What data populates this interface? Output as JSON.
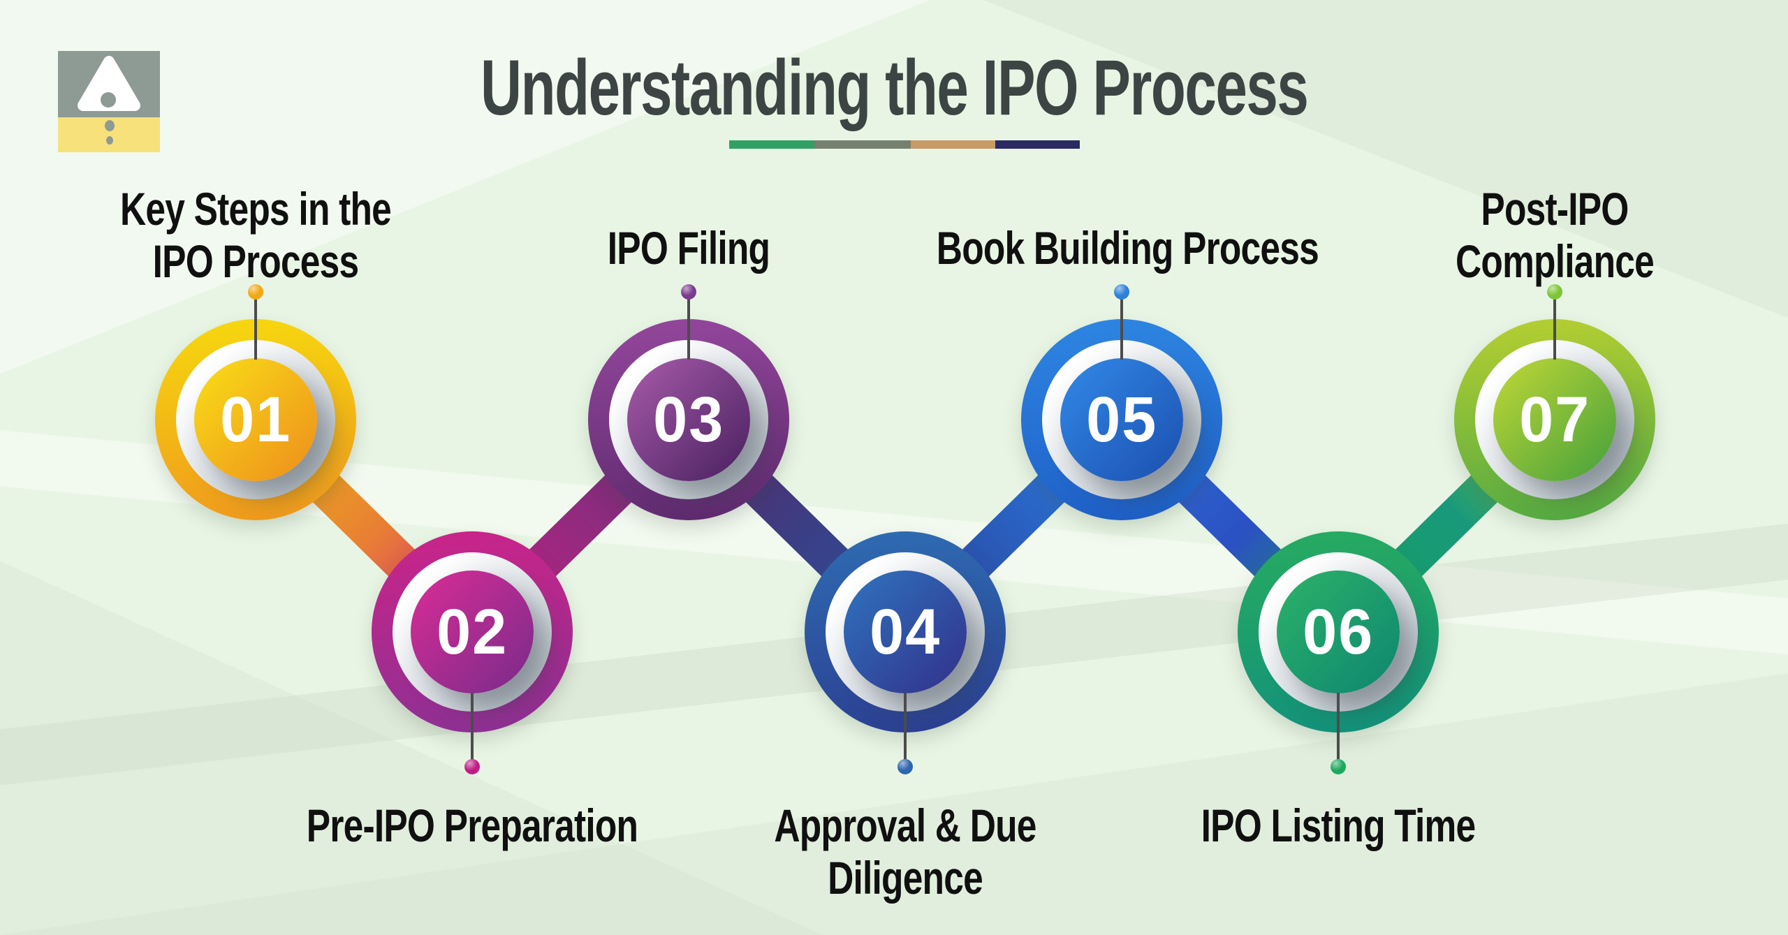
{
  "canvas": {
    "background": "#e8f5e4"
  },
  "header": {
    "title": "Understanding the IPO Process",
    "title_color": "#3c4543",
    "underline_segments": [
      {
        "color": "#31a065",
        "width": 122
      },
      {
        "color": "#75806f",
        "width": 138
      },
      {
        "color": "#c79a67",
        "width": 121
      },
      {
        "color": "#2b2a63",
        "width": 121
      }
    ]
  },
  "logo": {
    "description": "gray square with white rounded triangle over yellow base with dots",
    "gray": "#8e9a94",
    "yellow": "#f6e17b",
    "triangle": "#ffffff",
    "dots": "#8e9a94"
  },
  "label_color": "#101010",
  "ring": {
    "from": "#ffffff",
    "to": "#c3ccd3"
  },
  "pin": {
    "line_color": "#4c4c4c"
  },
  "steps": [
    {
      "number": "01",
      "label_lines": [
        "Key Steps in the",
        "IPO Process"
      ],
      "row": "top",
      "outer_from": "#f6d90f",
      "outer_to": "#f0981d",
      "inner_from": "#f9df17",
      "inner_to": "#ee8d1c",
      "dot": "#f2a816"
    },
    {
      "number": "02",
      "label_lines": [
        "Pre-IPO Preparation"
      ],
      "row": "bottom",
      "outer_from": "#cb2488",
      "outer_to": "#8c3194",
      "inner_from": "#db2d96",
      "inner_to": "#772b8a",
      "dot": "#bf1d86"
    },
    {
      "number": "03",
      "label_lines": [
        "IPO Filing"
      ],
      "row": "top",
      "outer_from": "#94479c",
      "outer_to": "#5d2a6e",
      "inner_from": "#a95bab",
      "inner_to": "#47205e",
      "dot": "#7c3a8e"
    },
    {
      "number": "04",
      "label_lines": [
        "Approval & Due",
        "Diligence"
      ],
      "row": "bottom",
      "outer_from": "#2e6cb2",
      "outer_to": "#2c3f91",
      "inner_from": "#2f74c0",
      "inner_to": "#323089",
      "dot": "#2d65b0"
    },
    {
      "number": "05",
      "label_lines": [
        "Book Building Process"
      ],
      "row": "top",
      "outer_from": "#2e86e2",
      "outer_to": "#1e5ec6",
      "inner_from": "#3189e8",
      "inner_to": "#1c4fae",
      "dot": "#2e80da"
    },
    {
      "number": "06",
      "label_lines": [
        "IPO Listing Time"
      ],
      "row": "bottom",
      "outer_from": "#27ab60",
      "outer_to": "#12917b",
      "inner_from": "#2cb269",
      "inner_to": "#0d8670",
      "dot": "#1ca95f"
    },
    {
      "number": "07",
      "label_lines": [
        "Post-IPO",
        "Compliance"
      ],
      "row": "top",
      "outer_from": "#b7cf31",
      "outer_to": "#52a943",
      "inner_from": "#c2d836",
      "inner_to": "#43a03c",
      "dot": "#7cc636"
    }
  ],
  "connectors": [
    {
      "from": "01",
      "to": "02",
      "stops": [
        "#eebc10",
        "#e87e35",
        "#d2217f"
      ]
    },
    {
      "from": "02",
      "to": "03",
      "stops": [
        "#c32183",
        "#8e2b7e",
        "#5f2a70"
      ]
    },
    {
      "from": "03",
      "to": "04",
      "stops": [
        "#5c2869",
        "#3a3f85",
        "#2f55a8"
      ]
    },
    {
      "from": "04",
      "to": "05",
      "stops": [
        "#2b3e92",
        "#2a63c4",
        "#2e82df"
      ]
    },
    {
      "from": "05",
      "to": "06",
      "stops": [
        "#2f75dc",
        "#2b50c2",
        "#1d9f63"
      ]
    },
    {
      "from": "06",
      "to": "07",
      "stops": [
        "#16a05e",
        "#18997b",
        "#8fc43c"
      ]
    }
  ]
}
